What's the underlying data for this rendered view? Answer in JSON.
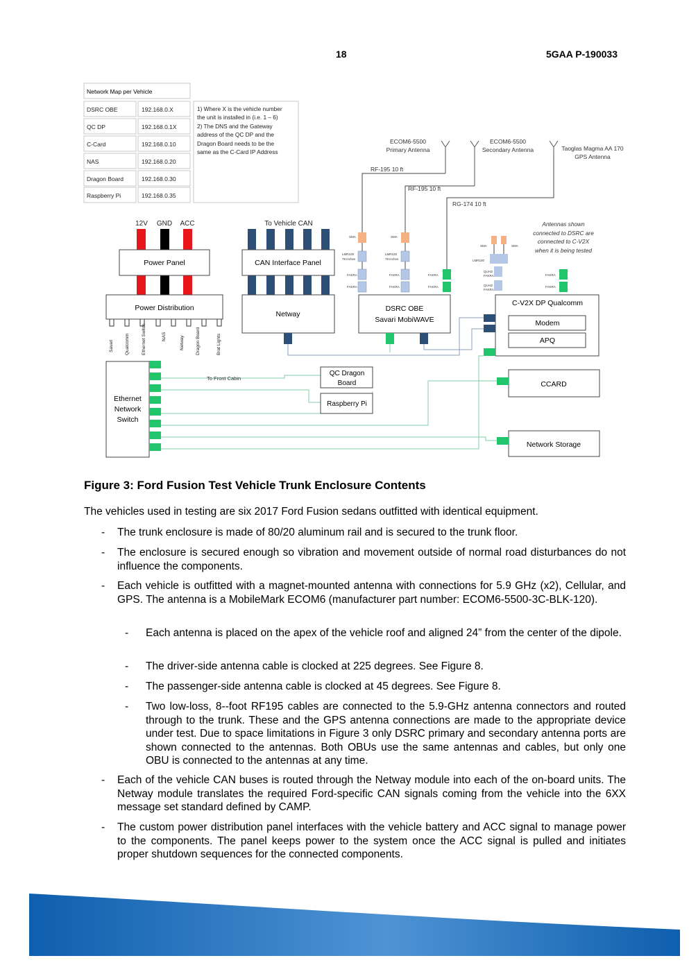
{
  "header": {
    "page_number": "18",
    "doc_id": "5GAA P-190033"
  },
  "network_map": {
    "title": "Network Map per Vehicle",
    "rows": [
      {
        "device": "DSRC OBE",
        "ip": "192.168.0.X"
      },
      {
        "device": "QC DP",
        "ip": "192.168.0.1X"
      },
      {
        "device": "C-Card",
        "ip": "192.168.0.10"
      },
      {
        "device": "NAS",
        "ip": "192.168.0.20"
      },
      {
        "device": "Dragon Board",
        "ip": "192.168.0.30"
      },
      {
        "device": "Raspberry Pi",
        "ip": "192.168.0.35"
      }
    ],
    "notes": [
      "1) Where X is the vehicle number",
      "the unit is installed in (i.e. 1 – 6)",
      "2) The DNS and the Gateway",
      "address of the QC DP and the",
      "Dragon Board needs to be the",
      "same as the C-Card IP Address"
    ]
  },
  "diagram": {
    "antennas": {
      "primary": [
        "ECOM6-5500",
        "Primary Antenna"
      ],
      "secondary": [
        "ECOM6-5500",
        "Secondary Antenna"
      ],
      "gps": [
        "Taoglas Magma AA 170",
        "GPS Antenna"
      ]
    },
    "cables": {
      "rf195_a": "RF-195 10 ft",
      "rf195_b": "RF-195 10 ft",
      "rg174": "RG-174 10 ft"
    },
    "power_labels": {
      "v12": "12V",
      "gnd": "GND",
      "acc": "ACC"
    },
    "to_vehicle_can": "To Vehicle CAN",
    "power_panel": "Power Panel",
    "can_interface_panel": "CAN Interface Panel",
    "power_distribution": "Power Distribution",
    "power_outputs": [
      "Savari",
      "Qualcomm",
      "Ethernet Switch",
      "NAS",
      "Netway",
      "Dragon Board",
      "Brat Lights"
    ],
    "netway": "Netway",
    "dsrc_obe": [
      "DSRC OBE",
      "Savari MobiWAVE"
    ],
    "cv2x": "C-V2X DP Qualcomm",
    "modem": "Modem",
    "apq": "APQ",
    "antenna_note": [
      "Antennas shown",
      "connected to DSRC are",
      "connected to C-V2X",
      "when it is being tested"
    ],
    "connector_labels": {
      "sma": "SMA",
      "lmr": "LMR100",
      "lmr_in": "78 inches",
      "fakra": "FAKRA",
      "quad": "QUAD"
    },
    "ethernet_switch": [
      "Ethernet",
      "Network",
      "Switch"
    ],
    "to_front_cabin": "To Front Cabin",
    "qc_dragon_board": [
      "QC Dragon",
      "Board"
    ],
    "raspberry_pi": "Raspberry Pi",
    "ccard": "CCARD",
    "network_storage": "Network Storage"
  },
  "figure_caption": "Figure 3: Ford Fusion Test Vehicle Trunk Enclosure Contents",
  "intro": "The vehicles used in testing are six 2017 Ford Fusion sedans outfitted with identical equipment.",
  "bullets": [
    "The trunk enclosure is made of 80/20 aluminum rail and is secured to the trunk floor.",
    "The enclosure is secured enough so vibration and movement outside of normal road disturbances do not influence the components.",
    "Each vehicle is outfitted with a magnet-mounted antenna with connections for 5.9 GHz (x2), Cellular, and GPS. The antenna is a MobileMark ECOM6 (manufacturer part number: ECOM6-5500-3C-BLK-120).",
    "Each of the vehicle CAN buses is routed through the Netway module into each of the on-board units. The Netway module translates the required Ford-specific CAN signals coming from the vehicle into the 6XX message set standard defined by CAMP.",
    "The custom power distribution panel interfaces with the vehicle battery and ACC signal to manage power to the components. The panel keeps power to the system once the ACC signal is pulled and initiates proper shutdown sequences for the connected components."
  ],
  "sub_bullets": [
    "Each antenna is placed on the apex of the vehicle roof and aligned 24” from the center of the dipole.",
    "The driver-side antenna cable is clocked at 225 degrees. See Figure 8.",
    "The passenger-side antenna cable is clocked at 45 degrees. See Figure 8.",
    "Two low-loss, 8--foot RF195 cables are connected to the 5.9-GHz antenna connectors and routed through to the trunk. These and the GPS antenna connections are made to the appropriate device under test. Due to space limitations in Figure 3 only DSRC primary and secondary antenna ports are shown connected to the antennas. Both OBUs use the same antennas and cables, but only one OBU is connected to the antennas at any time."
  ],
  "dash": "-",
  "colors": {
    "red": "#e8151b",
    "blue": "#2d4f75",
    "green": "#21c56c",
    "lightblue": "#b4c7e7",
    "orange": "#f4b183",
    "footer_blue": "#0e5fae"
  }
}
